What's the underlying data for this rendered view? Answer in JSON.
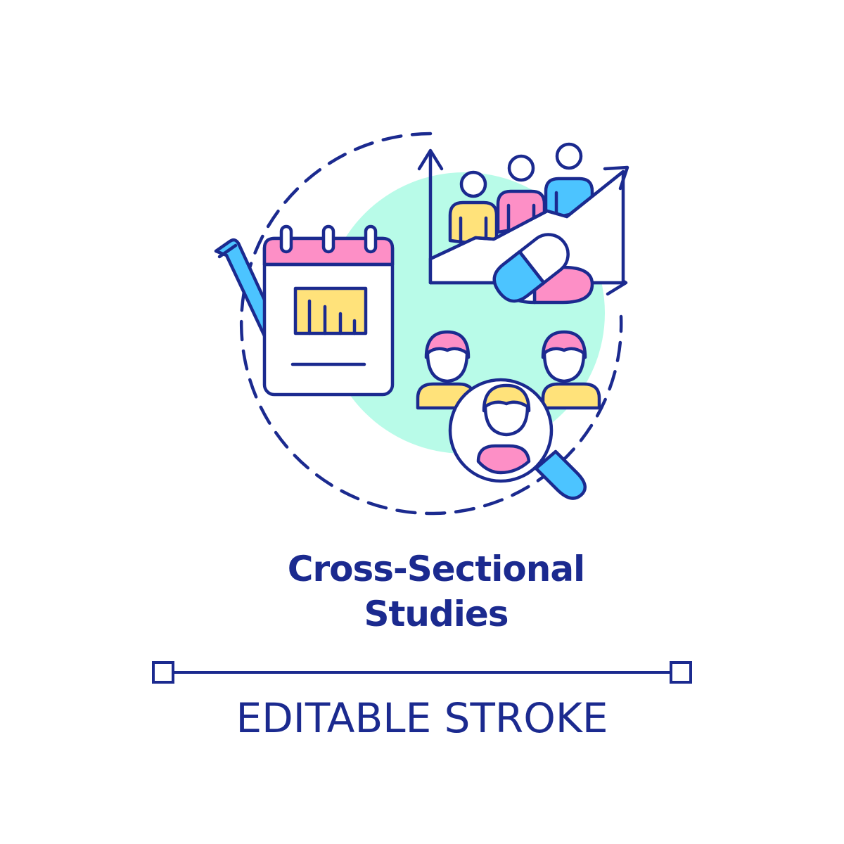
{
  "title": {
    "line1": "Cross-Sectional",
    "line2": "Studies"
  },
  "caption": "EDITABLE STROKE",
  "colors": {
    "stroke": "#1b2a8f",
    "mint": "#b8fbe8",
    "pink": "#fd8fc6",
    "blue": "#4cc4ff",
    "yellow": "#ffe27a"
  },
  "icons": [
    "pencil-icon",
    "calendar-icon",
    "bar-chart-icon",
    "growth-arrow-icon",
    "people-group-icon",
    "capsule-icon",
    "person-icon",
    "magnifier-icon"
  ]
}
